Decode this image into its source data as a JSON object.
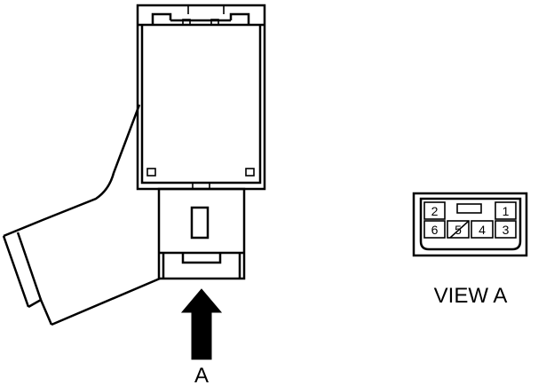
{
  "labels": {
    "arrow_label": "A",
    "view_label": "VIEW A"
  },
  "pins": [
    "1",
    "2",
    "3",
    "4",
    "5",
    "6"
  ],
  "colors": {
    "ink": "#000000",
    "background": "#ffffff"
  }
}
